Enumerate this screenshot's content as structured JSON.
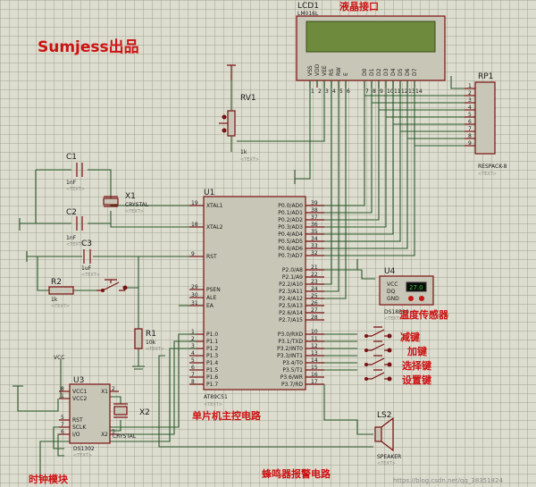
{
  "title": "Sumjess出品",
  "annotations": {
    "lcd_interface": "液晶接口",
    "temp_sensor": "温度传感器",
    "mcu_circuit": "单片机主控电路",
    "clock_module": "时钟模块",
    "buzzer_circuit": "蜂鸣器报警电路",
    "key_down": "减键",
    "key_up": "加键",
    "key_select": "选择键",
    "key_set": "设置键"
  },
  "watermark": "https://blog.csdn.net/qq_38351824",
  "lcd": {
    "ref": "LCD1",
    "model": "LM016L",
    "pins": [
      "VSS",
      "VDD",
      "VEE",
      "RS",
      "RW",
      "E",
      "D0",
      "D1",
      "D2",
      "D3",
      "D4",
      "D5",
      "D6",
      "D7"
    ],
    "pin_numbers": [
      "1",
      "2",
      "3",
      "4",
      "5",
      "6",
      "7",
      "8",
      "9",
      "10",
      "11",
      "12",
      "13",
      "14"
    ]
  },
  "rv1": {
    "ref": "RV1",
    "value": "1k",
    "text": "<TEXT>"
  },
  "rp1": {
    "ref": "RP1",
    "model": "RESPACK-8",
    "text": "<TEXT>",
    "pins": [
      "1",
      "2",
      "3",
      "4",
      "5",
      "6",
      "7",
      "8",
      "9"
    ]
  },
  "c1": {
    "ref": "C1",
    "value": "1nF",
    "text": "<TEXT>"
  },
  "c2": {
    "ref": "C2",
    "value": "1nF",
    "text": "<TEXT>"
  },
  "c3": {
    "ref": "C3",
    "value": "1uF",
    "text": "<TEXT>"
  },
  "x1": {
    "ref": "X1",
    "model": "CRYSTAL",
    "text": "<TEXT>"
  },
  "x2": {
    "ref": "X2",
    "model": "CRYSTAL"
  },
  "r1": {
    "ref": "R1",
    "value": "10k",
    "text": "<TEXT>"
  },
  "r2": {
    "ref": "R2",
    "value": "1k",
    "text": "<TEXT>"
  },
  "u1": {
    "ref": "U1",
    "model": "AT89C51",
    "text": "<TEXT>",
    "left_pins": [
      {
        "name": "XTAL1",
        "num": "19"
      },
      {
        "name": "XTAL2",
        "num": "18"
      },
      {
        "name": "RST",
        "num": "9"
      },
      {
        "name": "PSEN",
        "num": "29"
      },
      {
        "name": "ALE",
        "num": "30"
      },
      {
        "name": "EA",
        "num": "31"
      },
      {
        "name": "P1.0",
        "num": "1"
      },
      {
        "name": "P1.1",
        "num": "2"
      },
      {
        "name": "P1.2",
        "num": "3"
      },
      {
        "name": "P1.3",
        "num": "4"
      },
      {
        "name": "P1.4",
        "num": "5"
      },
      {
        "name": "P1.5",
        "num": "6"
      },
      {
        "name": "P1.6",
        "num": "7"
      },
      {
        "name": "P1.7",
        "num": "8"
      }
    ],
    "right_pins": [
      {
        "name": "P0.0/AD0",
        "num": "39"
      },
      {
        "name": "P0.1/AD1",
        "num": "38"
      },
      {
        "name": "P0.2/AD2",
        "num": "37"
      },
      {
        "name": "P0.3/AD3",
        "num": "36"
      },
      {
        "name": "P0.4/AD4",
        "num": "35"
      },
      {
        "name": "P0.5/AD5",
        "num": "34"
      },
      {
        "name": "P0.6/AD6",
        "num": "33"
      },
      {
        "name": "P0.7/AD7",
        "num": "32"
      },
      {
        "name": "P2.0/A8",
        "num": "21"
      },
      {
        "name": "P2.1/A9",
        "num": "22"
      },
      {
        "name": "P2.2/A10",
        "num": "23"
      },
      {
        "name": "P2.3/A11",
        "num": "24"
      },
      {
        "name": "P2.4/A12",
        "num": "25"
      },
      {
        "name": "P2.5/A13",
        "num": "26"
      },
      {
        "name": "P2.6/A14",
        "num": "27"
      },
      {
        "name": "P2.7/A15",
        "num": "28"
      },
      {
        "name": "P3.0/RXD",
        "num": "10"
      },
      {
        "name": "P3.1/TXD",
        "num": "11"
      },
      {
        "name": "P3.2/INT0",
        "num": "12"
      },
      {
        "name": "P3.3/INT1",
        "num": "13"
      },
      {
        "name": "P3.4/T0",
        "num": "14"
      },
      {
        "name": "P3.5/T1",
        "num": "15"
      },
      {
        "name": "P3.6/WR",
        "num": "16"
      },
      {
        "name": "P3.7/RD",
        "num": "17"
      }
    ]
  },
  "u4": {
    "ref": "U4",
    "model": "DS18B20",
    "text": "<TEXT>",
    "readout": "27.0",
    "pins": [
      "VCC",
      "DQ",
      "GND"
    ]
  },
  "u3": {
    "ref": "U3",
    "model": "DS1302",
    "text": "<TEXT>",
    "left_pins": [
      {
        "name": "VCC1",
        "num": "8"
      },
      {
        "name": "VCC2",
        "num": "1"
      },
      {
        "name": "RST",
        "num": "5"
      },
      {
        "name": "SCLK",
        "num": "7"
      },
      {
        "name": "I/O",
        "num": "6"
      }
    ],
    "right_pins": [
      {
        "name": "X1",
        "num": "2"
      },
      {
        "name": "X2",
        "num": "3"
      }
    ]
  },
  "vcc": "VCC",
  "ls2": {
    "ref": "LS2",
    "model": "SPEAKER",
    "text": "<TEXT>"
  }
}
